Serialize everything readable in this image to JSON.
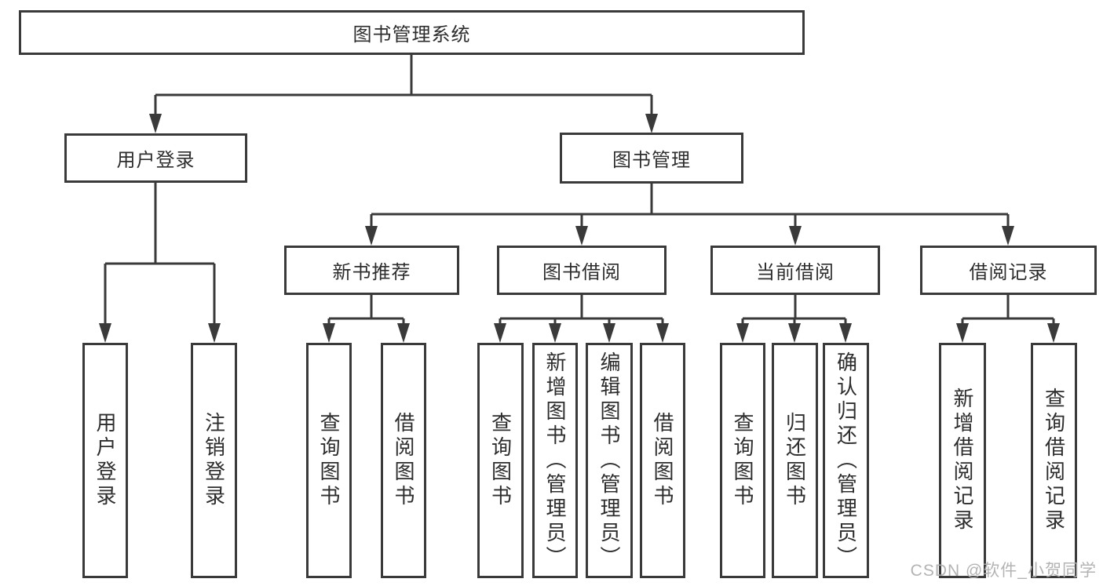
{
  "tree": {
    "root": {
      "label": "图书管理系统"
    },
    "level2": [
      {
        "label": "用户登录",
        "children": [
          {
            "label": "用户登录"
          },
          {
            "label": "注销登录"
          }
        ]
      },
      {
        "label": "图书管理",
        "children": [
          {
            "label": "新书推荐",
            "children": [
              {
                "label": "查询图书"
              },
              {
                "label": "借阅图书"
              }
            ]
          },
          {
            "label": "图书借阅",
            "children": [
              {
                "label": "查询图书"
              },
              {
                "label": "新增图书（管理员）"
              },
              {
                "label": "编辑图书（管理员）"
              },
              {
                "label": "借阅图书"
              }
            ]
          },
          {
            "label": "当前借阅",
            "children": [
              {
                "label": "查询图书"
              },
              {
                "label": "归还图书"
              },
              {
                "label": "确认归还（管理员）"
              }
            ]
          },
          {
            "label": "借阅记录",
            "children": [
              {
                "label": "新增借阅记录"
              },
              {
                "label": "查询借阅记录"
              }
            ]
          }
        ]
      }
    ]
  },
  "watermark": "CSDN @软件_小贺同学",
  "colors": {
    "line": "#3a3a3a",
    "text": "#2d2d2d",
    "background": "#ffffff",
    "watermark": "#afafaf"
  }
}
